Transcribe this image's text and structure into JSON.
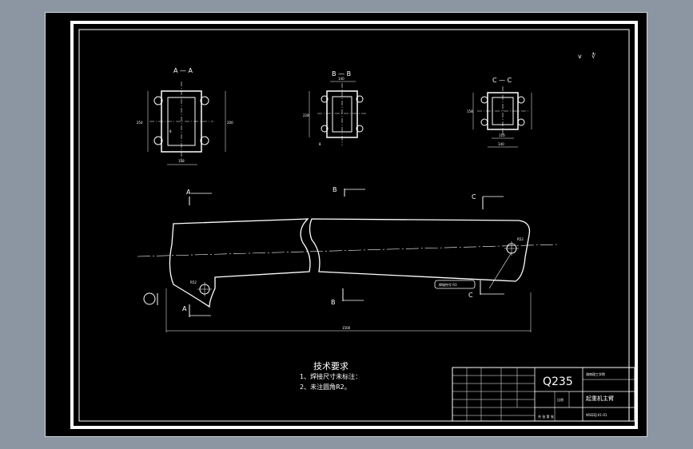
{
  "sections": {
    "a": "A — A",
    "b": "B — B",
    "c": "C — C"
  },
  "section_a_dims": {
    "height": "254",
    "inner_height": "200",
    "width": "158",
    "thickness": "8"
  },
  "section_b_dims": {
    "height": "228",
    "width_top": "140",
    "wall": "8"
  },
  "section_c_dims": {
    "height": "158",
    "inner_width": "110",
    "outer_width": "140"
  },
  "cut_marks": {
    "a": "A",
    "b": "B",
    "c": "C"
  },
  "overall_length": "1500",
  "hole_left": "R52",
  "hole_right": "R52",
  "weld_label": "焊接符号 R3",
  "roughness": "∜",
  "tech_req": {
    "title": "技术要求",
    "items": [
      "1、焊接尺寸未标注：",
      "2、未注圆角R2。"
    ]
  },
  "title_block": {
    "material": "Q235",
    "school": "湖南理工学院",
    "part_name": "起重机主臂",
    "drawing_no": "WSDZJ-01-01",
    "scale_label": "比例",
    "sheet_label": "共 张 第 张"
  },
  "colors": {
    "background": "#000000",
    "line": "#ffffff",
    "window": "#8c96a3"
  }
}
